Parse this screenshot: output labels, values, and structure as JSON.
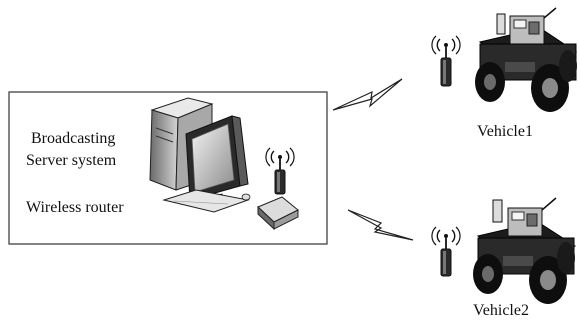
{
  "server": {
    "label_line1": "Broadcasting",
    "label_line2": "Server system",
    "router_label": "Wireless router"
  },
  "vehicles": [
    {
      "label": "Vehicle1"
    },
    {
      "label": "Vehicle2"
    }
  ]
}
